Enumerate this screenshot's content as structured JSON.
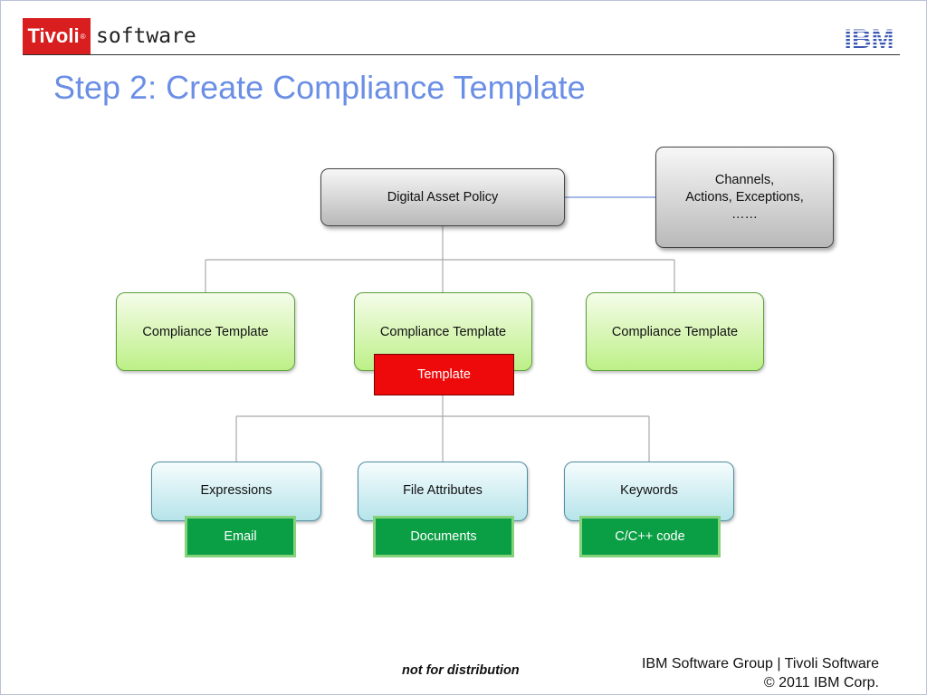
{
  "header": {
    "logo_brand": "Tivoli",
    "logo_mark": "®",
    "logo_word": "software",
    "ibm_logo_text": "IBM"
  },
  "slide": {
    "title": "Step 2: Create Compliance Template"
  },
  "diagram": {
    "policy": "Digital Asset Policy",
    "side_note_lines": [
      "Channels,",
      "Actions, Exceptions,",
      "……"
    ],
    "templates": [
      "Compliance Template",
      "Compliance Template",
      "Compliance Template"
    ],
    "template_tag": "Template",
    "components": [
      "Expressions",
      "File Attributes",
      "Keywords"
    ],
    "component_tags": [
      "Email",
      "Documents",
      "C/C++ code"
    ]
  },
  "footer": {
    "notice": "not for distribution",
    "group": "IBM Software Group | Tivoli Software",
    "copyright": "© 2011 IBM Corp."
  },
  "colors": {
    "title": "#6b8fe6",
    "tivoli_red": "#d81e1e",
    "ibm_blue": "#3a57b3",
    "template_tag": "#ee0a0a",
    "component_tag": "#0a9f45"
  }
}
